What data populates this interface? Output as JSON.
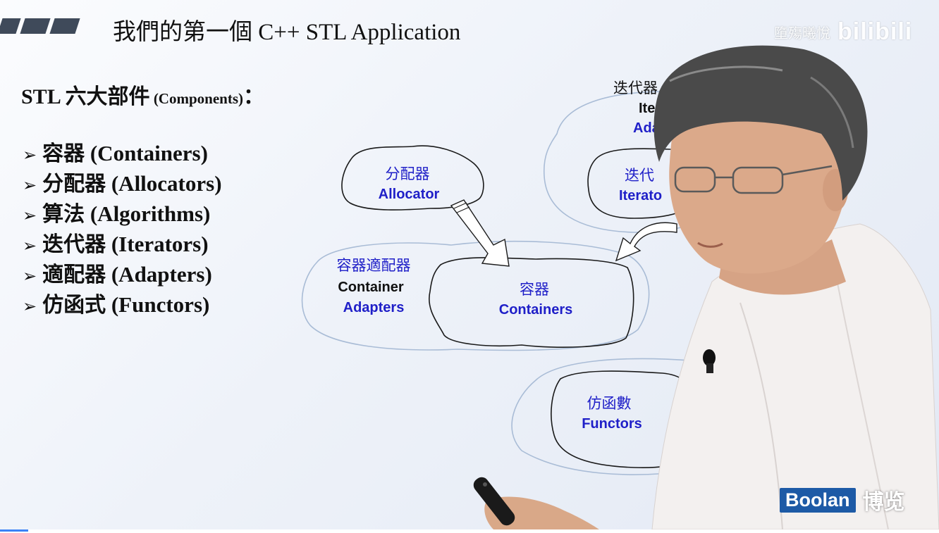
{
  "slide": {
    "title": "我們的第一個 C++ STL Application",
    "section": {
      "prefix": "STL ",
      "cjk": "六大部件",
      "paren": " (Components)",
      "colon": "："
    },
    "components": [
      {
        "cjk": "容器",
        "en": " (Containers)"
      },
      {
        "cjk": "分配器",
        "en": " (Allocators)"
      },
      {
        "cjk": "算法",
        "en": " (Algorithms)"
      },
      {
        "cjk": "迭代器",
        "en": " (Iterators)"
      },
      {
        "cjk": "適配器",
        "en": " (Adapters)"
      },
      {
        "cjk": "仿函式",
        "en": " (Functors)"
      }
    ],
    "list_marker": "➢"
  },
  "diagram": {
    "allocator": {
      "cjk": "分配器",
      "en": "Allocator"
    },
    "containers": {
      "cjk": "容器",
      "en": "Containers"
    },
    "container_adapters": {
      "cjk": "容器適配器",
      "en1": "Container",
      "en2": "Adapters"
    },
    "iterator_adapters": {
      "cjk": "迭代器",
      "en1": "Itera",
      "en2": "Adap"
    },
    "iterators": {
      "cjk": "迭代",
      "en": "Iterato"
    },
    "functors": {
      "cjk": "仿函數",
      "en": "Functors"
    }
  },
  "watermark": {
    "uploader": "墮殤曦悅",
    "platform": "bilibili"
  },
  "brand": {
    "badge": "Boolan",
    "cjk": "博览"
  },
  "colors": {
    "accent_blue": "#1f1fc8",
    "cloud_outline": "#1a1a1a",
    "adapter_outline": "#9fb4d0",
    "brand_blue": "#1d5aa6",
    "skin": "#d9a888",
    "shirt": "#f2efee"
  },
  "decor": {
    "bar_icon": "slide-bars",
    "speaker": "presenter",
    "remote": "presenter-remote",
    "mic": "lapel-mic"
  }
}
